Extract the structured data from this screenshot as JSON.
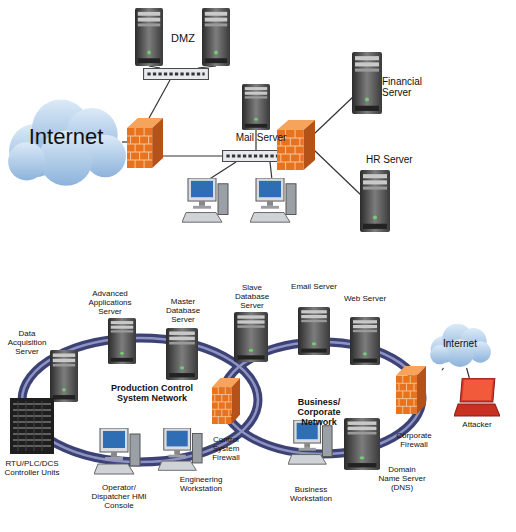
{
  "diagram": {
    "nodes": [
      {
        "text": [
          "Internet"
        ]
      },
      {
        "text": [
          "Mail Server"
        ]
      },
      {
        "text": [
          "Financial Server"
        ]
      },
      {
        "text": [
          "HR Server"
        ]
      },
      {
        "text": [
          "Data Acquisition Server"
        ]
      },
      {
        "text": [
          "Advanced Applications Server"
        ]
      },
      {
        "text": [
          "Master Database Server"
        ]
      },
      {
        "text": [
          "Slave Database Server"
        ]
      },
      {
        "text": [
          "Email Server"
        ]
      },
      {
        "text": [
          "Web Server"
        ]
      },
      {
        "text": [
          "Internet"
        ]
      },
      {
        "text": [
          "Attacker"
        ]
      },
      {
        "text": [
          "Corporate Firewall"
        ]
      },
      {
        "text": [
          "Domain Name Server (DNS)"
        ]
      },
      {
        "text": [
          "Business Workstation"
        ]
      },
      {
        "text": [
          "Control System Firewall"
        ]
      },
      {
        "text": [
          "Engineering Workstation"
        ]
      },
      {
        "text": [
          "Operator/ Dispatcher HMI Console"
        ]
      },
      {
        "text": [
          "RTU/PLC/DCS Controller Units"
        ]
      }
    ],
    "edges": [
      {
        "from": 12,
        "to": 10,
        "arrow": "none"
      },
      {
        "from": 10,
        "to": 11,
        "arrow": "none"
      }
    ],
    "labels": [
      "DMZ",
      "Production Control System Network",
      "Business/ Corporate Network"
    ]
  }
}
